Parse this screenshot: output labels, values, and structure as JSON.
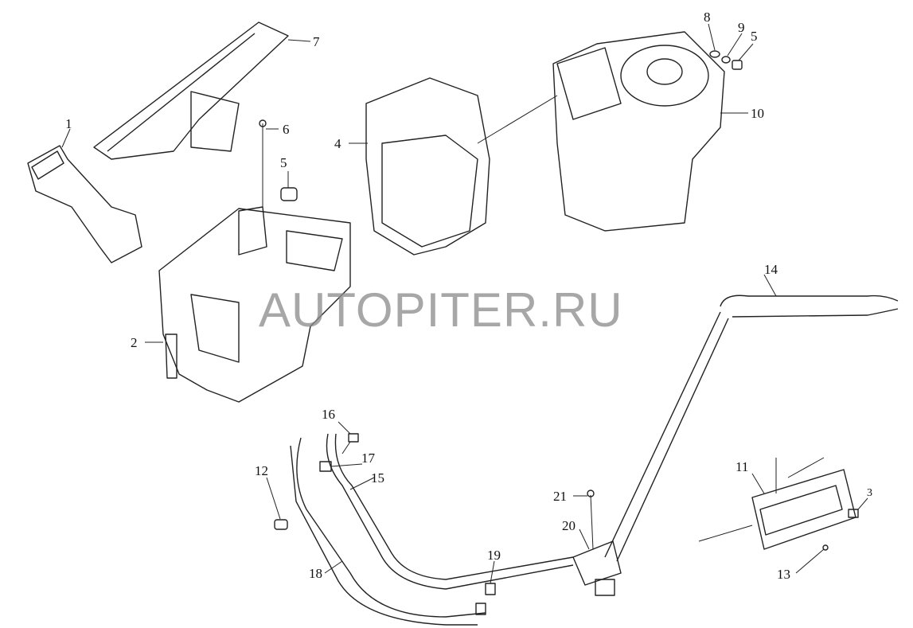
{
  "watermark": "AUTOPITER.RU",
  "callouts": [
    {
      "id": "c1",
      "text": "1"
    },
    {
      "id": "c2",
      "text": "2"
    },
    {
      "id": "c3",
      "text": "3"
    },
    {
      "id": "c4",
      "text": "4"
    },
    {
      "id": "c5a",
      "text": "5"
    },
    {
      "id": "c5b",
      "text": "5"
    },
    {
      "id": "c6",
      "text": "6"
    },
    {
      "id": "c7",
      "text": "7"
    },
    {
      "id": "c8",
      "text": "8"
    },
    {
      "id": "c9",
      "text": "9"
    },
    {
      "id": "c10",
      "text": "10"
    },
    {
      "id": "c11",
      "text": "11"
    },
    {
      "id": "c12",
      "text": "12"
    },
    {
      "id": "c13",
      "text": "13"
    },
    {
      "id": "c14",
      "text": "14"
    },
    {
      "id": "c15",
      "text": "15"
    },
    {
      "id": "c16",
      "text": "16"
    },
    {
      "id": "c17",
      "text": "17"
    },
    {
      "id": "c18",
      "text": "18"
    },
    {
      "id": "c19",
      "text": "19"
    },
    {
      "id": "c20",
      "text": "20"
    },
    {
      "id": "c21",
      "text": "21"
    }
  ]
}
